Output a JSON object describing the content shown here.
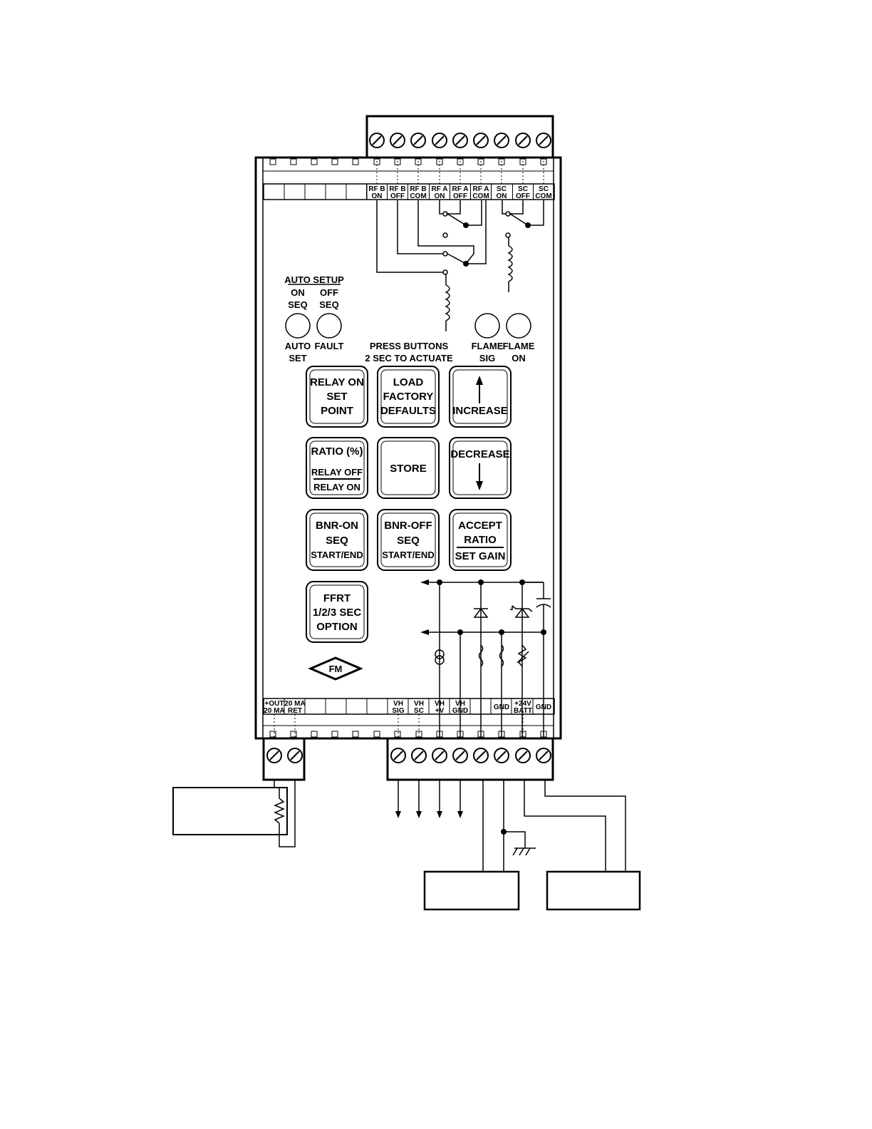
{
  "top_terminals": [
    {
      "line1": "RF B",
      "line2": "ON"
    },
    {
      "line1": "RF B",
      "line2": "OFF"
    },
    {
      "line1": "RF B",
      "line2": "COM"
    },
    {
      "line1": "RF A",
      "line2": "ON"
    },
    {
      "line1": "RF A",
      "line2": "OFF"
    },
    {
      "line1": "RF A",
      "line2": "COM"
    },
    {
      "line1": "SC",
      "line2": "ON"
    },
    {
      "line1": "SC",
      "line2": "OFF"
    },
    {
      "line1": "SC",
      "line2": "COM"
    }
  ],
  "bottom_terminals_left": [
    {
      "line1": "+OUT",
      "line2": "20 MA"
    },
    {
      "line1": "20 MA",
      "line2": "RET"
    }
  ],
  "bottom_terminals_right": [
    {
      "line1": "VH",
      "line2": "SIG"
    },
    {
      "line1": "VH",
      "line2": "SC"
    },
    {
      "line1": "VH",
      "line2": "+V"
    },
    {
      "line1": "VH",
      "line2": "GND"
    },
    {
      "line1": "",
      "line2": ""
    },
    {
      "line1": "GND",
      "line2": ""
    },
    {
      "line1": "+24V",
      "line2": "BATT"
    },
    {
      "line1": "GND",
      "line2": ""
    }
  ],
  "auto_setup": {
    "title": "AUTO  SETUP",
    "on_seq_1": "ON",
    "on_seq_2": "SEQ",
    "off_seq_1": "OFF",
    "off_seq_2": "SEQ"
  },
  "leds": {
    "auto_set_1": "AUTO",
    "auto_set_2": "SET",
    "fault": "FAULT",
    "flame_sig_1": "FLAME",
    "flame_sig_2": "SIG",
    "flame_on_1": "FLAME",
    "flame_on_2": "ON"
  },
  "press_note": {
    "line1": "PRESS BUTTONS",
    "line2": "2 SEC TO ACTUATE"
  },
  "buttons": {
    "relay_on": [
      "RELAY  ON",
      "SET",
      "POINT"
    ],
    "load_defaults": [
      "LOAD",
      "FACTORY",
      "DEFAULTS"
    ],
    "increase": "INCREASE",
    "ratio": [
      "RATIO (%)",
      "RELAY OFF",
      "RELAY ON"
    ],
    "store": "STORE",
    "decrease": "DECREASE",
    "bnr_on": [
      "BNR-ON",
      "SEQ",
      "START/END"
    ],
    "bnr_off": [
      "BNR-OFF",
      "SEQ",
      "START/END"
    ],
    "accept": [
      "ACCEPT",
      "RATIO",
      "SET GAIN"
    ],
    "ffrt": [
      "FFRT",
      "1/2/3 SEC",
      "OPTION"
    ]
  },
  "approval_mark": "FM"
}
